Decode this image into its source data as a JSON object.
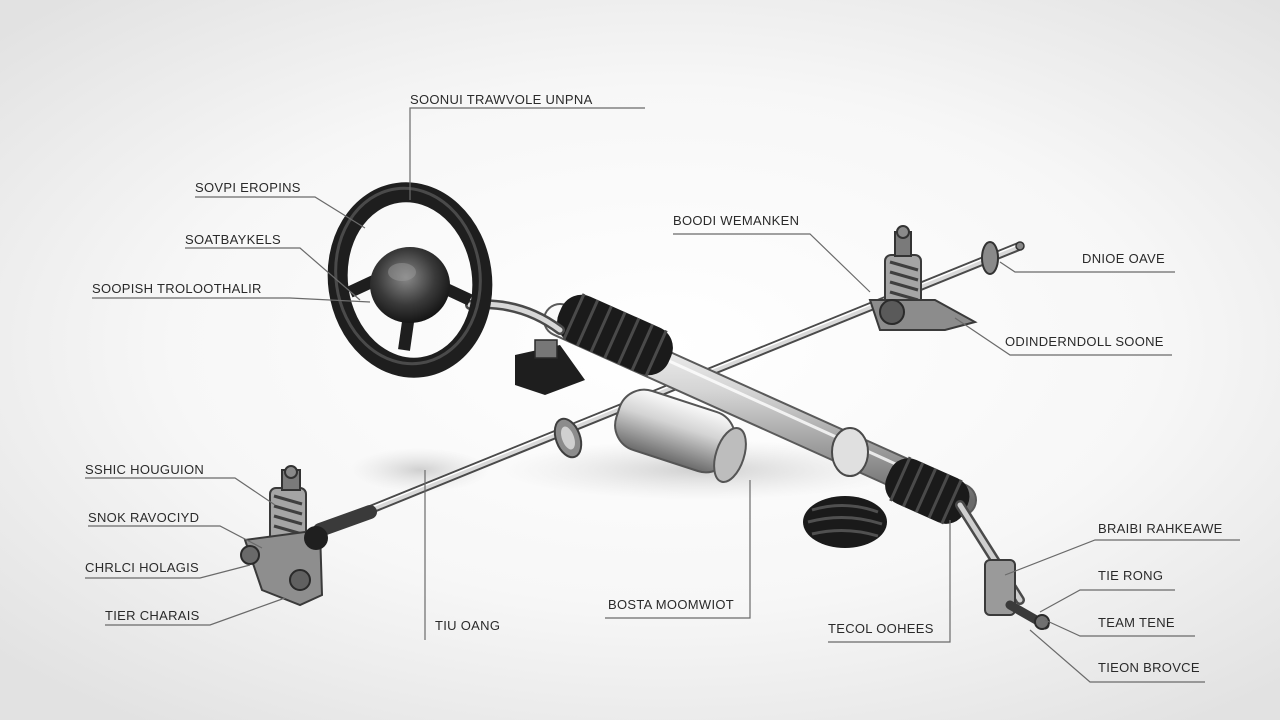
{
  "colors": {
    "background": "#f2f2f2",
    "metal_light": "#e8e8e8",
    "metal_dark": "#5a5a5a",
    "rubber": "#1b1b1b",
    "leader_line": "#6a6a6a",
    "label_text": "#2a2a2a"
  },
  "labels": {
    "top": "SOONUI TRAWVOLE UNPNA",
    "wheel_1": "SOVPI EROPINS",
    "wheel_2": "SOATBAYKELS",
    "wheel_3": "SOOPISH TROLOOTHALIR",
    "right_mid": "BOODI WEMANKEN",
    "right_end": "DNIOE OAVE",
    "right_knuckle": "ODINDERNDOLL SOONE",
    "left_1": "SSHIC HOUGUION",
    "left_2": "SNOK RAVOCIYD",
    "left_3": "CHRLCI HOLAGIS",
    "left_4": "TIER CHARAIS",
    "bottom_1": "TIU OANG",
    "bottom_2": "BOSTA MOOMWIOT",
    "bottom_3": "TECOL OOHEES",
    "br_1": "BRAIBI RAHKEAWE",
    "br_2": "TIE RONG",
    "br_3": "TEAM TENE",
    "br_4": "TIEON BROVCE"
  }
}
